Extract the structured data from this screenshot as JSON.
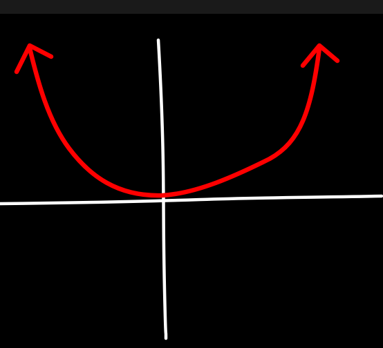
{
  "diagram": {
    "background_color": "#000000",
    "top_bar_color": "#1a1a1a",
    "axes_color": "#ffffff",
    "curve_color": "#ff0000",
    "curve_shape": "upward-opening parabola with arrowheads at both ends",
    "axes": [
      "horizontal-axis",
      "vertical-axis"
    ]
  }
}
